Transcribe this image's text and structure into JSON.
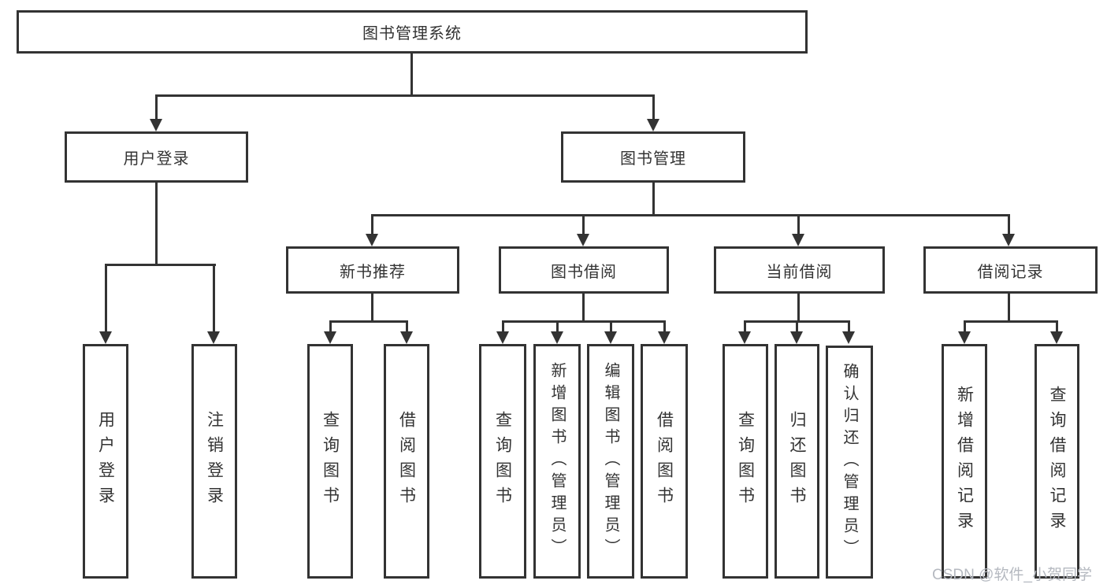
{
  "tree": {
    "label": "图书管理系统",
    "children": [
      {
        "label": "用户登录",
        "children": [
          {
            "label": "用户登录"
          },
          {
            "label": "注销登录"
          }
        ]
      },
      {
        "label": "图书管理",
        "children": [
          {
            "label": "新书推荐",
            "children": [
              {
                "label": "查询图书"
              },
              {
                "label": "借阅图书"
              }
            ]
          },
          {
            "label": "图书借阅",
            "children": [
              {
                "label": "查询图书"
              },
              {
                "label": "新增图书（管理员）"
              },
              {
                "label": "编辑图书（管理员）"
              },
              {
                "label": "借阅图书"
              }
            ]
          },
          {
            "label": "当前借阅",
            "children": [
              {
                "label": "查询图书"
              },
              {
                "label": "归还图书"
              },
              {
                "label": "确认归还（管理员）"
              }
            ]
          },
          {
            "label": "借阅记录",
            "children": [
              {
                "label": "新增借阅记录"
              },
              {
                "label": "查询借阅记录"
              }
            ]
          }
        ]
      }
    ]
  },
  "watermark": "CSDN @软件_小贺同学",
  "colors": {
    "line": "#333333",
    "text": "#333333",
    "watermark": "#b5b9c0",
    "background": "#ffffff"
  }
}
